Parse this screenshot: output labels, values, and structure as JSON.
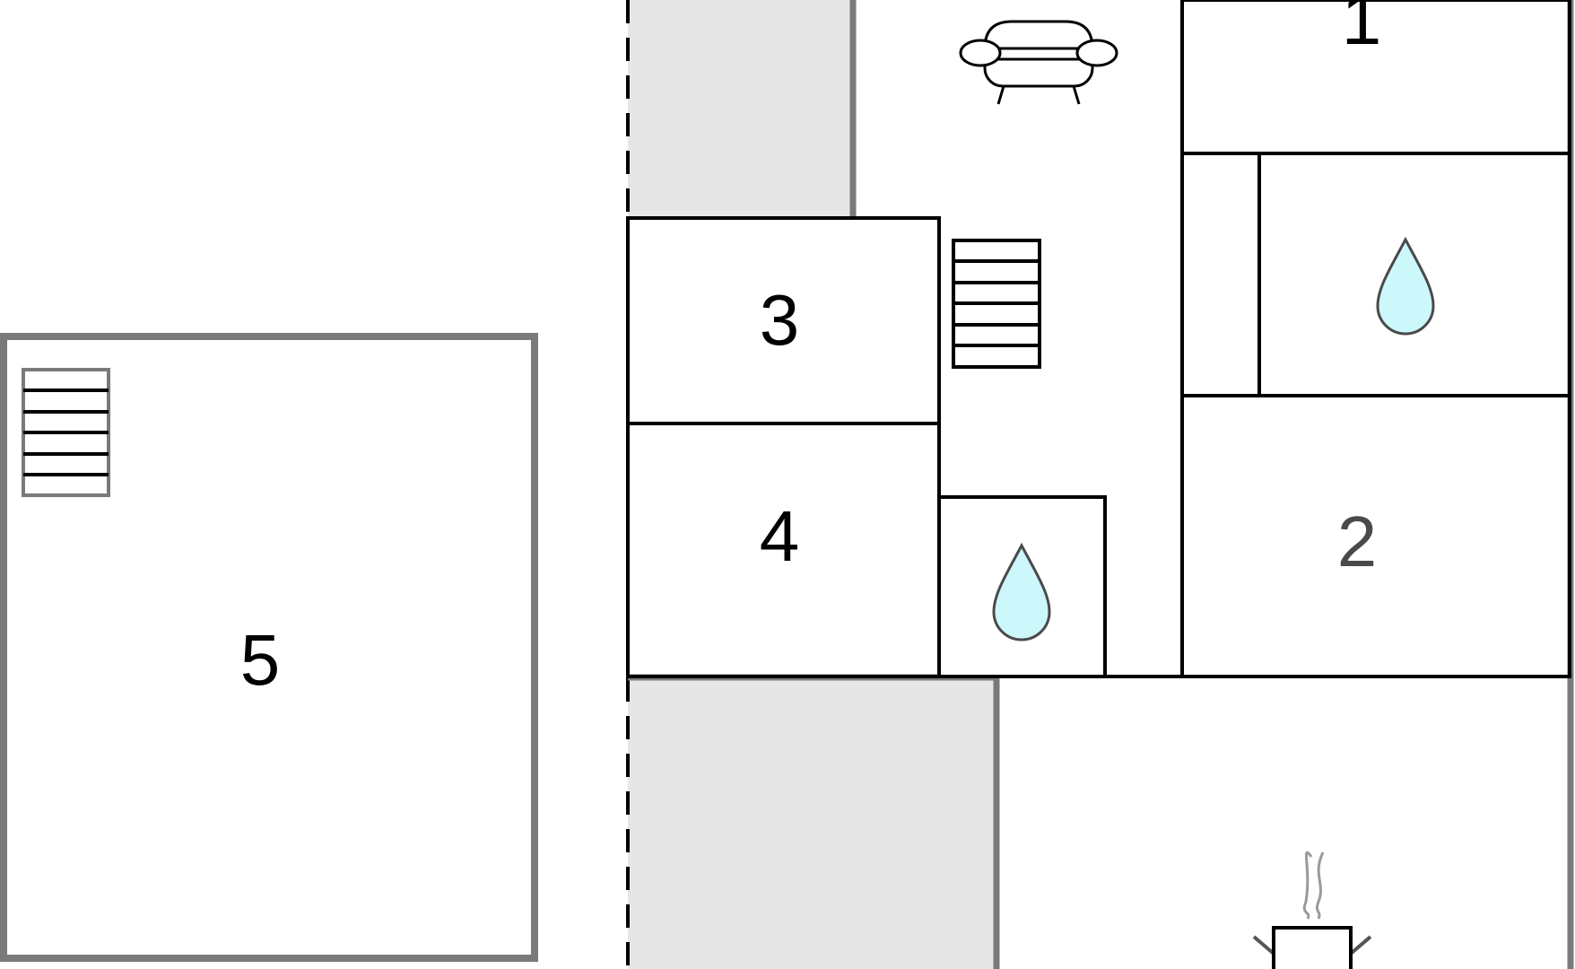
{
  "rooms": {
    "room1": "1",
    "room2": "2",
    "room3": "3",
    "room4": "4",
    "room5": "5"
  },
  "icons": [
    "sofa-icon",
    "stairs-icon",
    "water-drop-icon",
    "grill-icon"
  ],
  "colors": {
    "wall": "#000000",
    "wall_gray": "#7a7a7a",
    "shaded_area": "#e6e6e6",
    "water_drop": "#ccf7fb"
  }
}
